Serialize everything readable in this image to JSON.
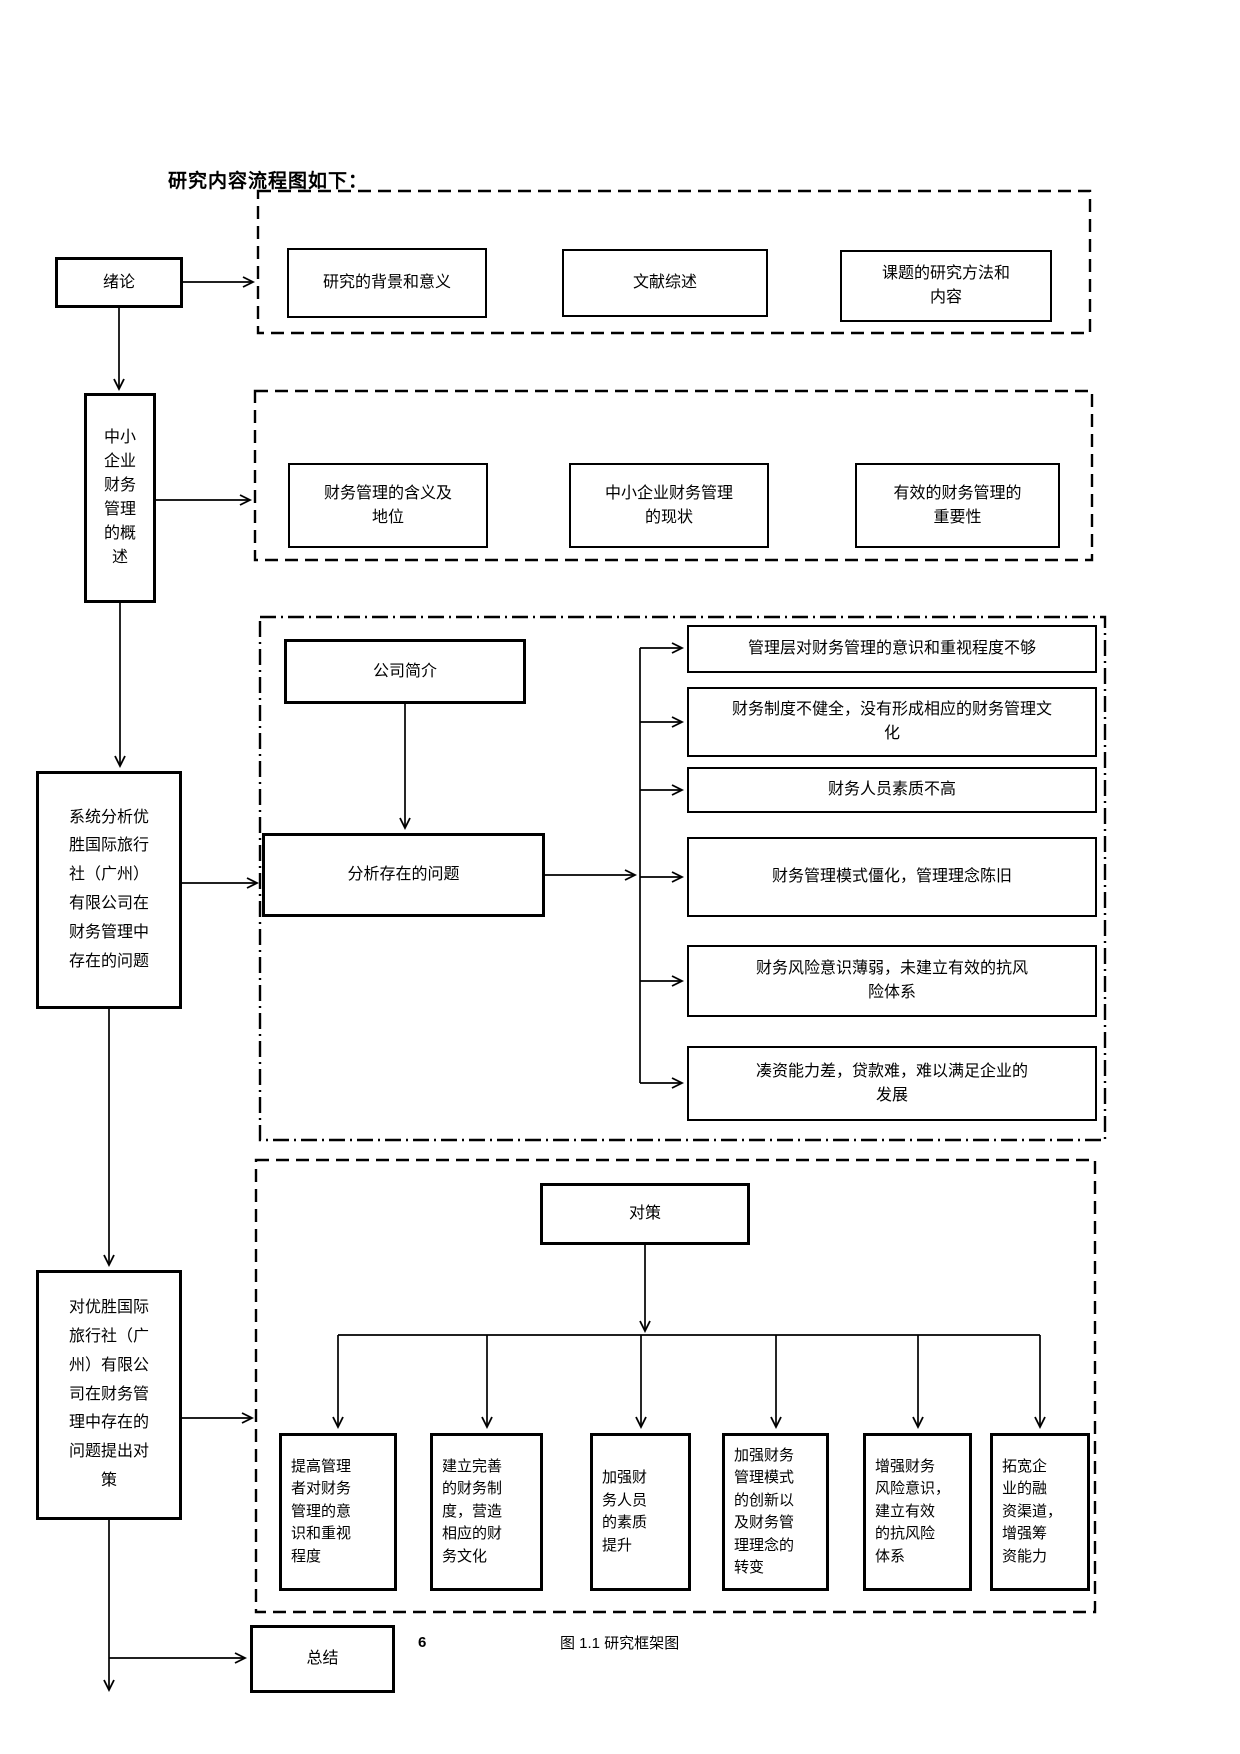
{
  "page": {
    "title": "研究内容流程图如下：",
    "page_number": "6",
    "figure_caption": "图 1.1 研究框架图"
  },
  "nodes": {
    "intro": "绪论",
    "sme_overview": "中小\n企业\n财务\n管理\n的概\n述",
    "sys_analysis": "系统分析优\n胜国际旅行\n社（广州）\n有限公司在\n财务管理中\n存在的问题",
    "countermeasure": "对优胜国际\n旅行社（广\n州）有限公\n司在财务管\n理中存在的\n问题提出对\n策",
    "summary": "总结",
    "company_profile": "公司简介",
    "analyze_problems": "分析存在的问题",
    "strategy": "对策"
  },
  "section1": {
    "items": [
      "研究的背景和意义",
      "文献综述",
      "课题的研究方法和\n内容"
    ]
  },
  "section2": {
    "items": [
      "财务管理的含义及\n地位",
      "中小企业财务管理\n的现状",
      "有效的财务管理的\n重要性"
    ]
  },
  "problems": [
    "管理层对财务管理的意识和重视程度不够",
    "财务制度不健全，没有形成相应的财务管理文\n化",
    "财务人员素质不高",
    "财务管理模式僵化，管理理念陈旧",
    "财务风险意识薄弱，未建立有效的抗风\n险体系",
    "凑资能力差，贷款难，难以满足企业的\n发展"
  ],
  "solutions": [
    "提高管理\n者对财务\n管理的意\n识和重视\n程度",
    "建立完善\n的财务制\n度，营造\n相应的财\n务文化",
    "加强财\n务人员\n的素质\n提升",
    "加强财务\n管理模式\n的创新以\n及财务管\n理理念的\n转变",
    "增强财务\n风险意识，\n建立有效\n的抗风险\n体系",
    "拓宽企\n业的融\n资渠道，\n增强筹\n资能力"
  ]
}
